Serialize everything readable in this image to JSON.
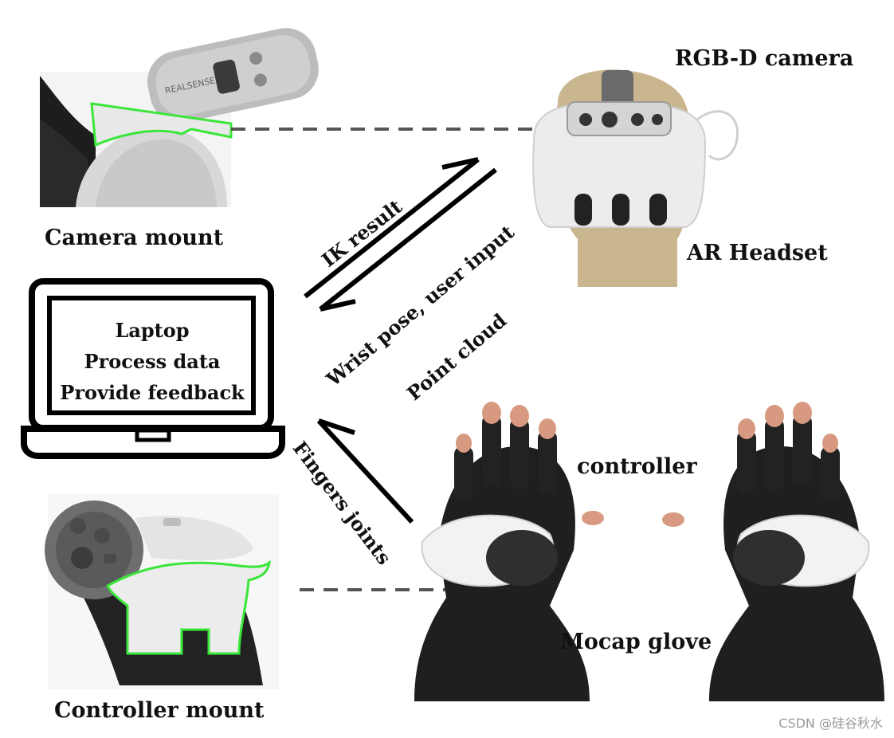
{
  "labels": {
    "rgbd_camera": "RGB-D camera",
    "camera_mount": "Camera mount",
    "ar_headset": "AR Headset",
    "controller": "controller",
    "mocap_glove": "Mocap glove",
    "controller_mount": "Controller mount"
  },
  "laptop": {
    "line1": "Laptop",
    "line2": "Process data",
    "line3": "Provide feedback"
  },
  "arrows": {
    "ik_result": "IK result",
    "wrist_pose": "Wrist pose, user input",
    "point_cloud": "Point cloud",
    "finger_joints": "Fingers joints"
  },
  "watermark": "CSDN @硅谷秋水",
  "colors": {
    "mount_outline": "#39e639",
    "text": "#111111",
    "dashed_line": "#555555"
  }
}
